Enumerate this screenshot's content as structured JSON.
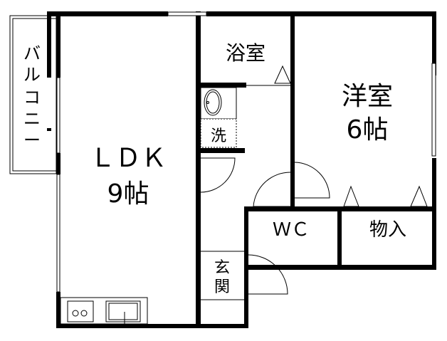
{
  "rooms": {
    "balcony": [
      "バ",
      "ル",
      "コ",
      "ニ",
      "ー"
    ],
    "bath": "浴室",
    "western_room": {
      "name": "洋室",
      "size": "6帖"
    },
    "ldk": {
      "name": "ＬＤＫ",
      "size": "9帖"
    },
    "washroom": "洗",
    "wc": "ＷＣ",
    "storage": "物入",
    "entrance": [
      "玄",
      "関"
    ]
  },
  "colors": {
    "wall": "#000000",
    "background": "#ffffff"
  }
}
